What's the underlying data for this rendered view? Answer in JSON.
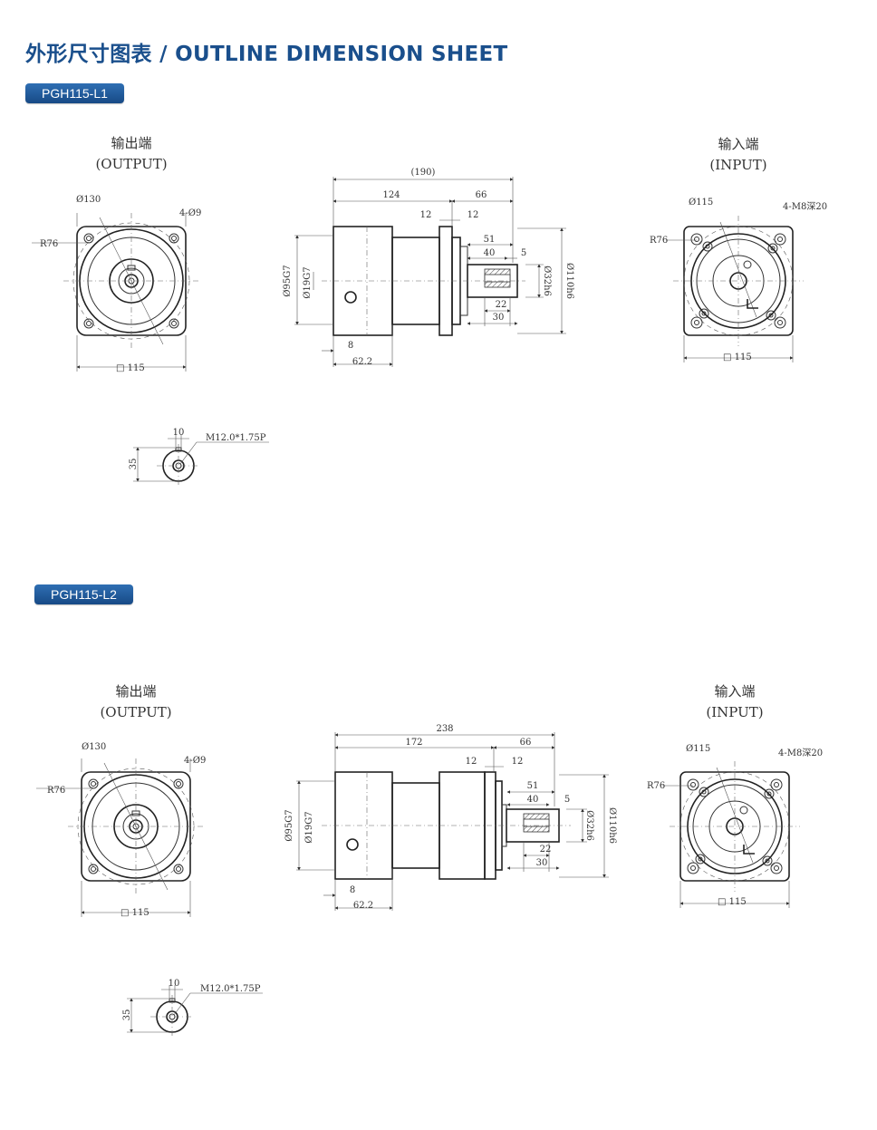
{
  "title": "外形尺寸图表 / OUTLINE DIMENSION SHEET",
  "models": [
    {
      "name": "PGH115-L1",
      "output_caption": "输出端",
      "output_caption_en": "(OUTPUT)",
      "input_caption": "输入端",
      "input_caption_en": "(INPUT)",
      "out": {
        "d130": "Ø130",
        "holes": "4-Ø9",
        "r76": "R76",
        "sq": "□ 115"
      },
      "side": {
        "total": "(190)",
        "len_a": "124",
        "len_b": "66",
        "t1": "12",
        "t2": "12",
        "d51": "51",
        "d40": "40",
        "d5": "5",
        "d95": "Ø95G7",
        "d19": "Ø19G7",
        "d32": "Ø32h6",
        "d110": "Ø110h6",
        "d22": "22",
        "d30": "30",
        "d8": "8",
        "d62": "62.2"
      },
      "in": {
        "d115": "Ø115",
        "holes": "4-M8深20",
        "r76": "R76",
        "sq": "□ 115"
      },
      "shaft": {
        "w10": "10",
        "h35": "35",
        "thread": "M12.0*1.75P"
      }
    },
    {
      "name": "PGH115-L2",
      "output_caption": "输出端",
      "output_caption_en": "(OUTPUT)",
      "input_caption": "输入端",
      "input_caption_en": "(INPUT)",
      "out": {
        "d130": "Ø130",
        "holes": "4-Ø9",
        "r76": "R76",
        "sq": "□ 115"
      },
      "side": {
        "total": "238",
        "len_a": "172",
        "len_b": "66",
        "t1": "12",
        "t2": "12",
        "d51": "51",
        "d40": "40",
        "d5": "5",
        "d95": "Ø95G7",
        "d19": "Ø19G7",
        "d32": "Ø32h6",
        "d110": "Ø110h6",
        "d22": "22",
        "d30": "30",
        "d8": "8",
        "d62": "62.2"
      },
      "in": {
        "d115": "Ø115",
        "holes": "4-M8深20",
        "r76": "R76",
        "sq": "□ 115"
      },
      "shaft": {
        "w10": "10",
        "h35": "35",
        "thread": "M12.0*1.75P"
      }
    }
  ],
  "colors": {
    "title": "#1a4f8c",
    "badge": "#1f5a9c",
    "line": "#333333"
  }
}
